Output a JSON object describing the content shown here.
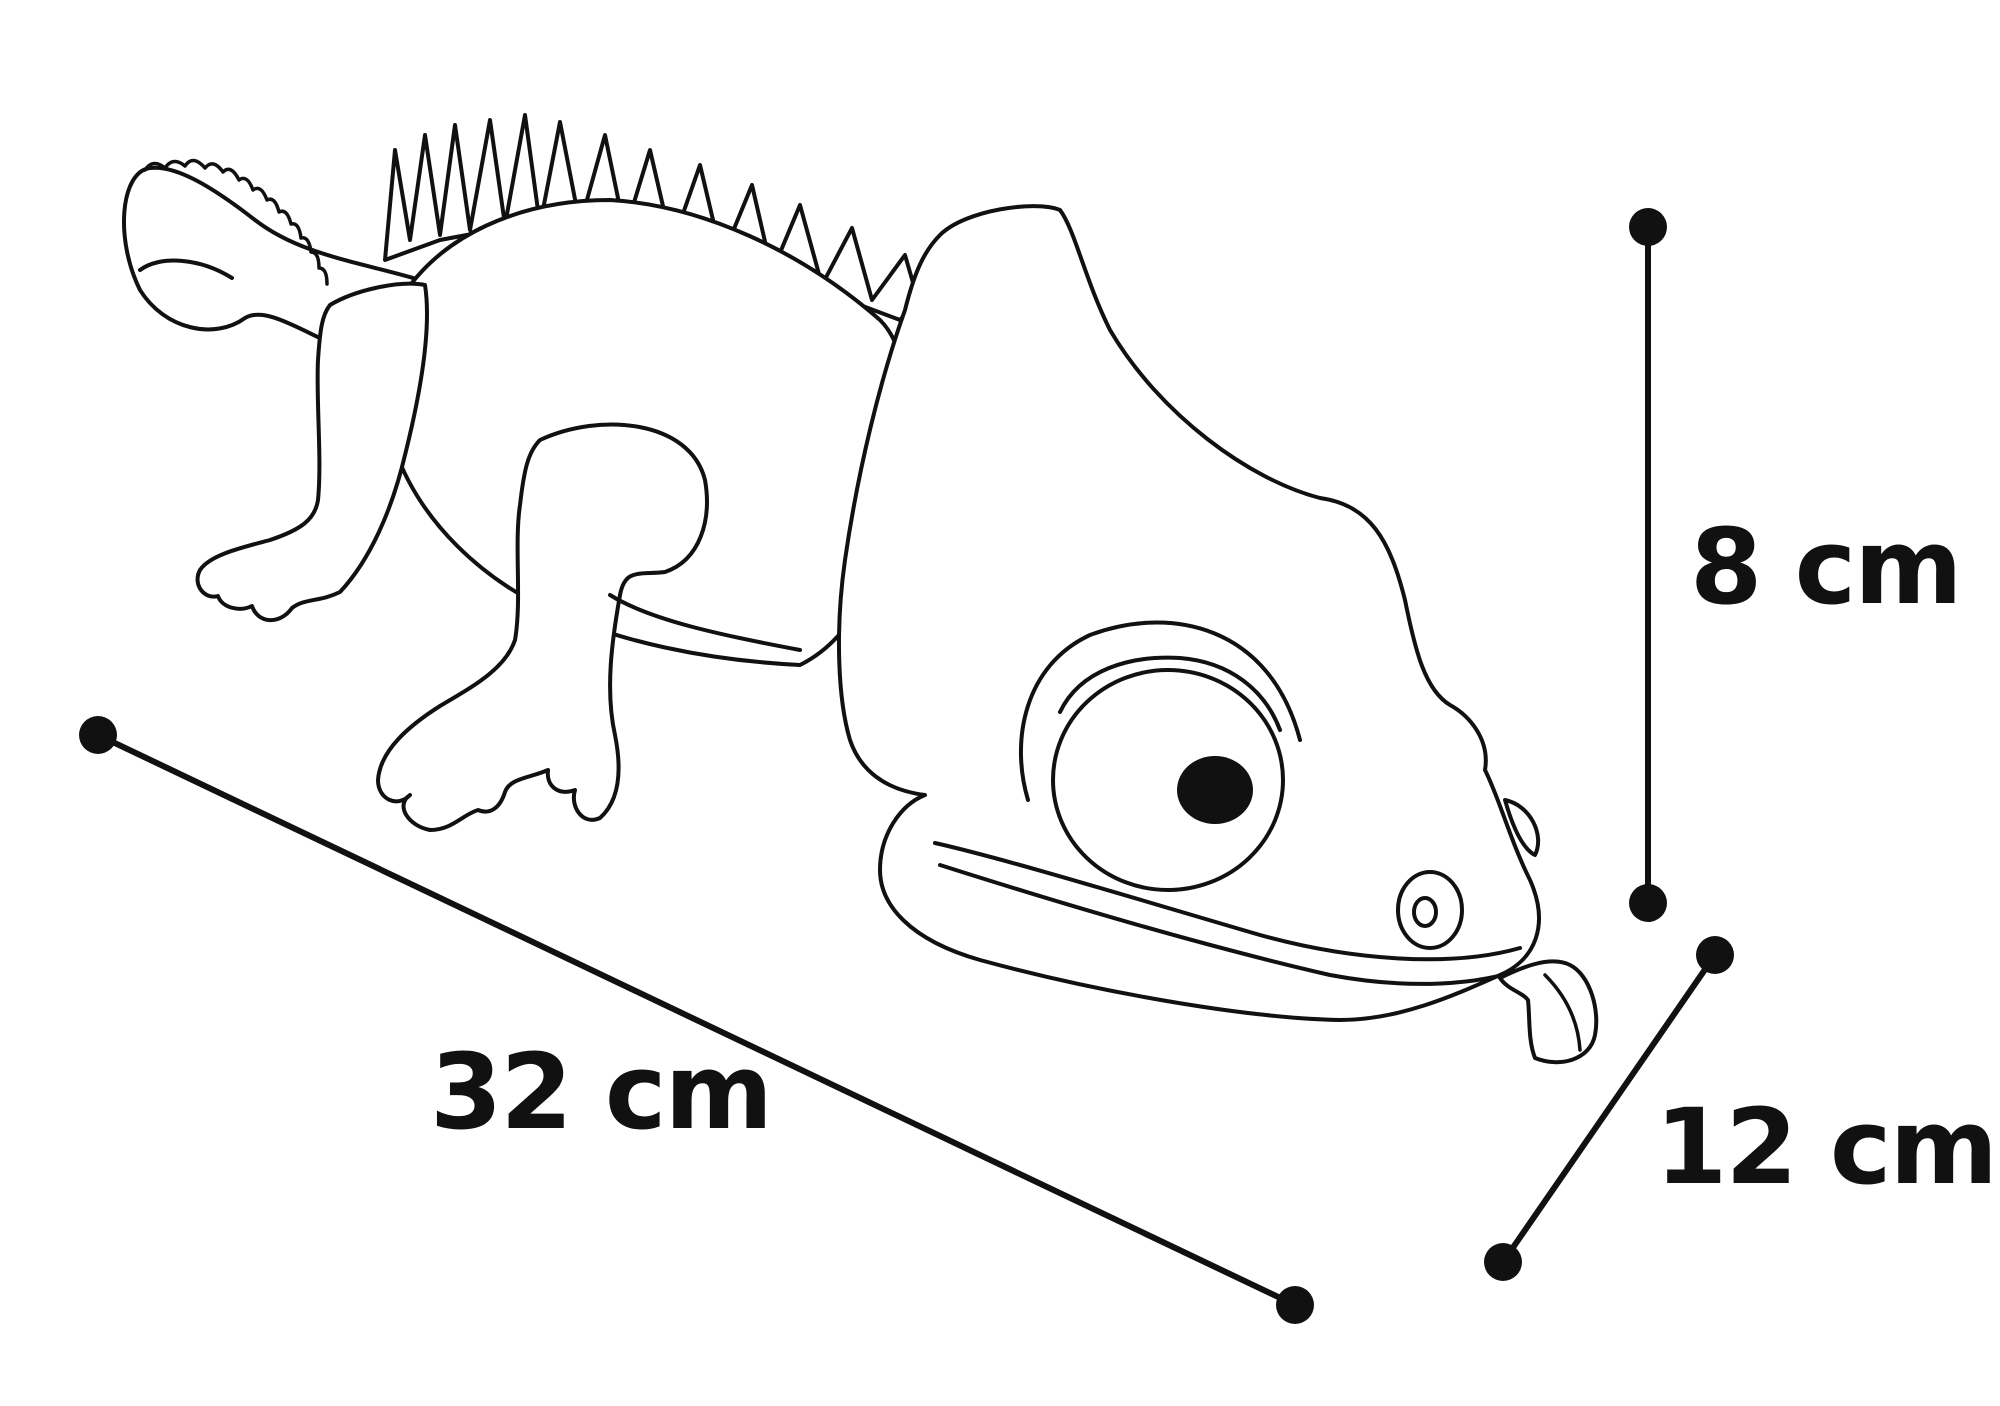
{
  "dimensions": {
    "length": "32 cm",
    "height": "8 cm",
    "depth": "12 cm"
  },
  "colors": {
    "ink": "#111111",
    "background": "#ffffff",
    "fill": "#ffffff"
  },
  "subject_icon": "chameleon-icon"
}
